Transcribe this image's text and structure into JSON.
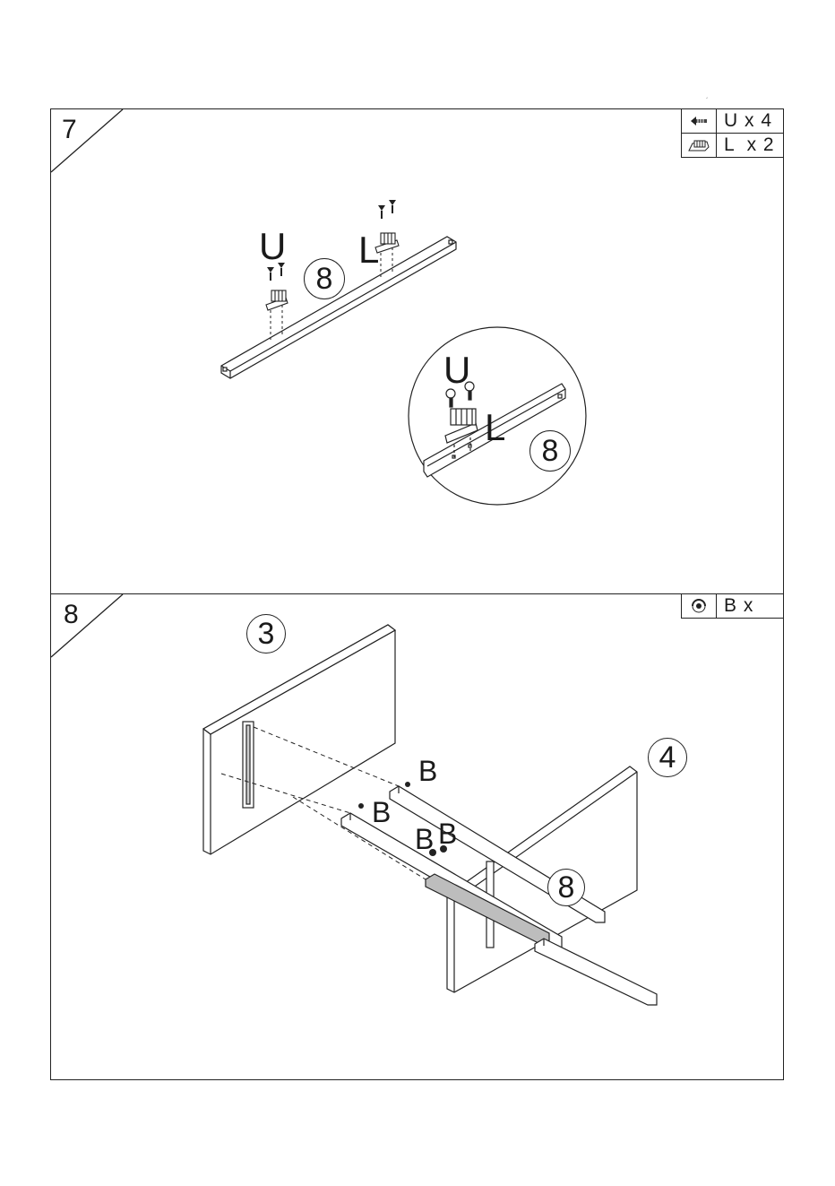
{
  "stray_mark": "´",
  "step7": {
    "number": "7",
    "parts": [
      {
        "icon": "screw-icon",
        "text": "U x 4"
      },
      {
        "icon": "block-connector-icon",
        "text": "L  x 2"
      }
    ],
    "callouts": {
      "u_main": "U",
      "l_main": "L",
      "part_main": "8",
      "u_detail": "U",
      "l_detail": "L",
      "part_detail": "8"
    }
  },
  "step8": {
    "number": "8",
    "parts": [
      {
        "icon": "cam-bolt-icon",
        "text": "B x"
      }
    ],
    "callouts": {
      "part3": "3",
      "part4": "4",
      "part8": "8",
      "b1": "B",
      "b2": "B",
      "b3": "B",
      "b4": "B"
    }
  }
}
